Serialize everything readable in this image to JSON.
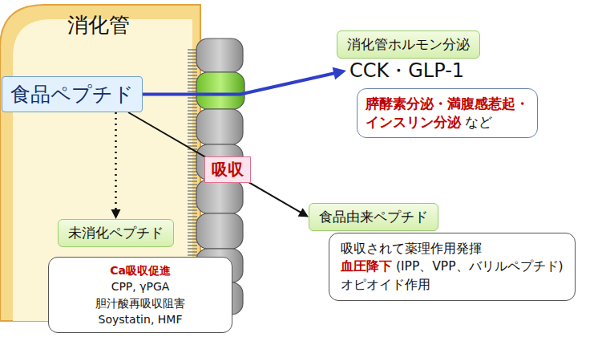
{
  "diagram": {
    "nodes": [
      {
        "text": [
          "消化管"
        ]
      },
      {
        "text": [
          "食品ペプチド"
        ],
        "in": 0
      },
      {
        "text": [
          "消化管ホルモン分泌"
        ]
      },
      {
        "text": [
          "CCK・GLP-1"
        ]
      },
      {
        "text": [
          "膵酵素分泌・満腹感惹起・インスリン分泌",
          "など"
        ]
      },
      {
        "text": [
          "食品由来ペプチド"
        ]
      },
      {
        "text": [
          "吸収されて薬理作用発揮",
          "血圧降下",
          "(IPP、VPP、バリルペプチド)",
          "オピオイド作用"
        ]
      },
      {
        "text": [
          "未消化ペプチド"
        ],
        "in": 0
      },
      {
        "text": [
          "Ca吸収促進",
          "CPP, γPGA",
          "胆汁酸再吸収阻害",
          "Soystatin, HMF"
        ]
      }
    ],
    "edges": [
      {
        "from": 1,
        "to": 3,
        "arrow": "to"
      },
      {
        "from": 1,
        "to": 5,
        "arrow": "to",
        "label": "吸収"
      },
      {
        "from": 1,
        "to": 7,
        "arrow": "to"
      }
    ]
  }
}
